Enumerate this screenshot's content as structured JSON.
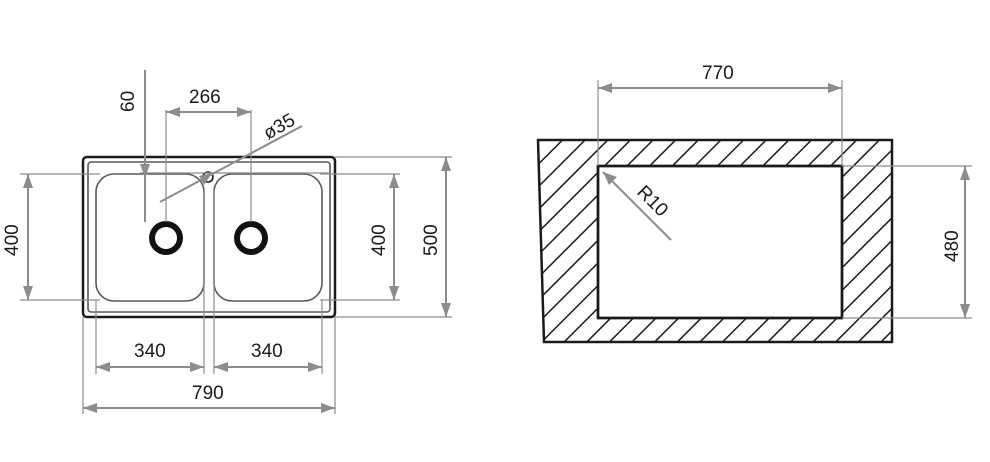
{
  "dimensions": {
    "drain_offset": "60",
    "drain_spacing": "266",
    "tap_hole_diameter": "ø35",
    "bowl_height": "400",
    "bowl_height_right": "400",
    "sink_depth": "500",
    "bowl_width_left": "340",
    "bowl_width_right": "340",
    "sink_width": "790",
    "cutout_width": "770",
    "cutout_height": "480",
    "corner_radius": "R10"
  },
  "colors": {
    "dimension": "#8c8c8c",
    "outline": "#1a1a1a",
    "text": "#1a1a1a"
  }
}
